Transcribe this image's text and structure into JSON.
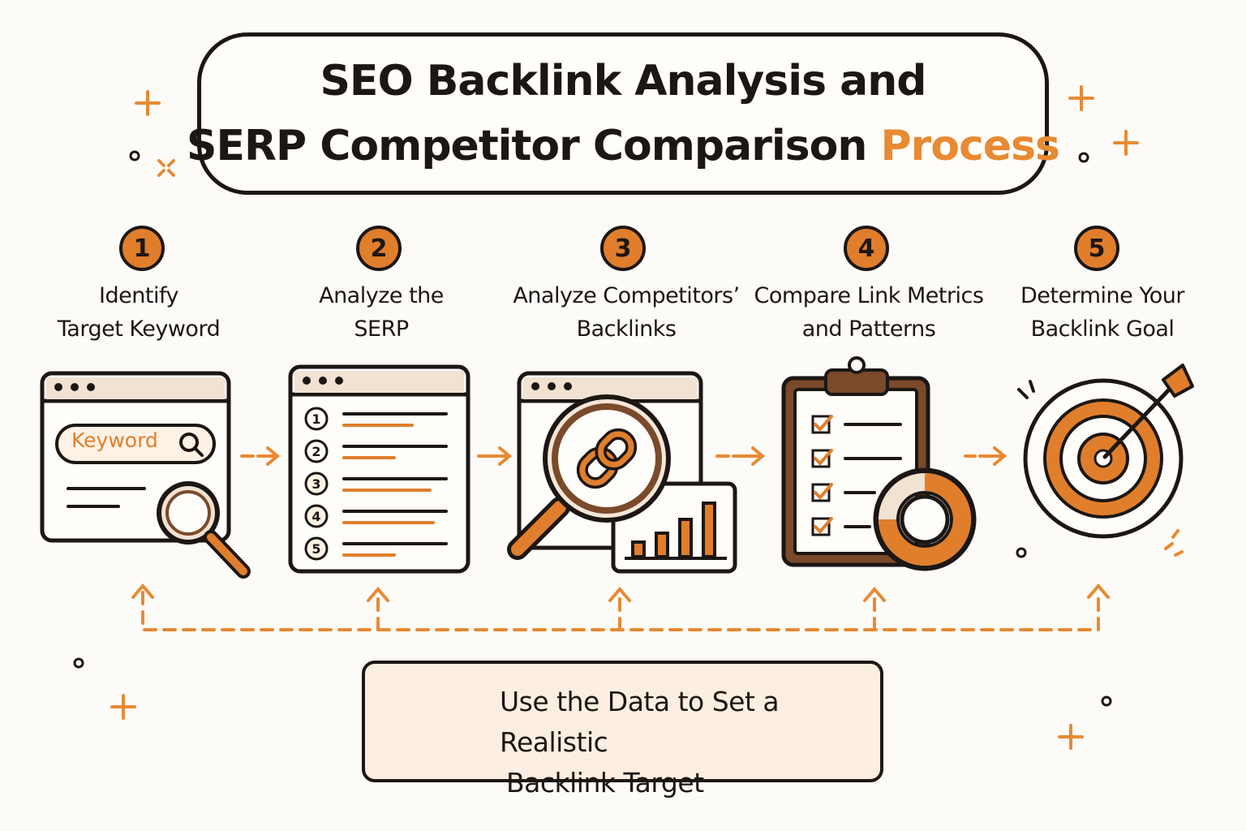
{
  "title": {
    "line1": "SEO Backlink Analysis and",
    "line2_main": "SERP Competitor Comparison",
    "line2_accent": "Process"
  },
  "steps": [
    {
      "number": "1",
      "label_line1": "Identify",
      "label_line2": "Target Keyword"
    },
    {
      "number": "2",
      "label_line1": "Analyze the",
      "label_line2": "SERP"
    },
    {
      "number": "3",
      "label_line1": "Analyze Competitors’",
      "label_line2": "Backlinks"
    },
    {
      "number": "4",
      "label_line1": "Compare Link Metrics",
      "label_line2": "and Patterns"
    },
    {
      "number": "5",
      "label_line1": "Determine Your",
      "label_line2": "Backlink Goal"
    }
  ],
  "search_box": {
    "keyword": "Keyword"
  },
  "serp_ranks": [
    "1",
    "2",
    "3",
    "4",
    "5"
  ],
  "bottom": {
    "line1": "Use the Data to Set a Realistic",
    "line2": "Backlink Target"
  },
  "colors": {
    "accent": "#e07e2c",
    "ink": "#1c1714",
    "brown": "#7a4a2a",
    "panel": "#fcefe1",
    "light": "#f1e2d2"
  }
}
